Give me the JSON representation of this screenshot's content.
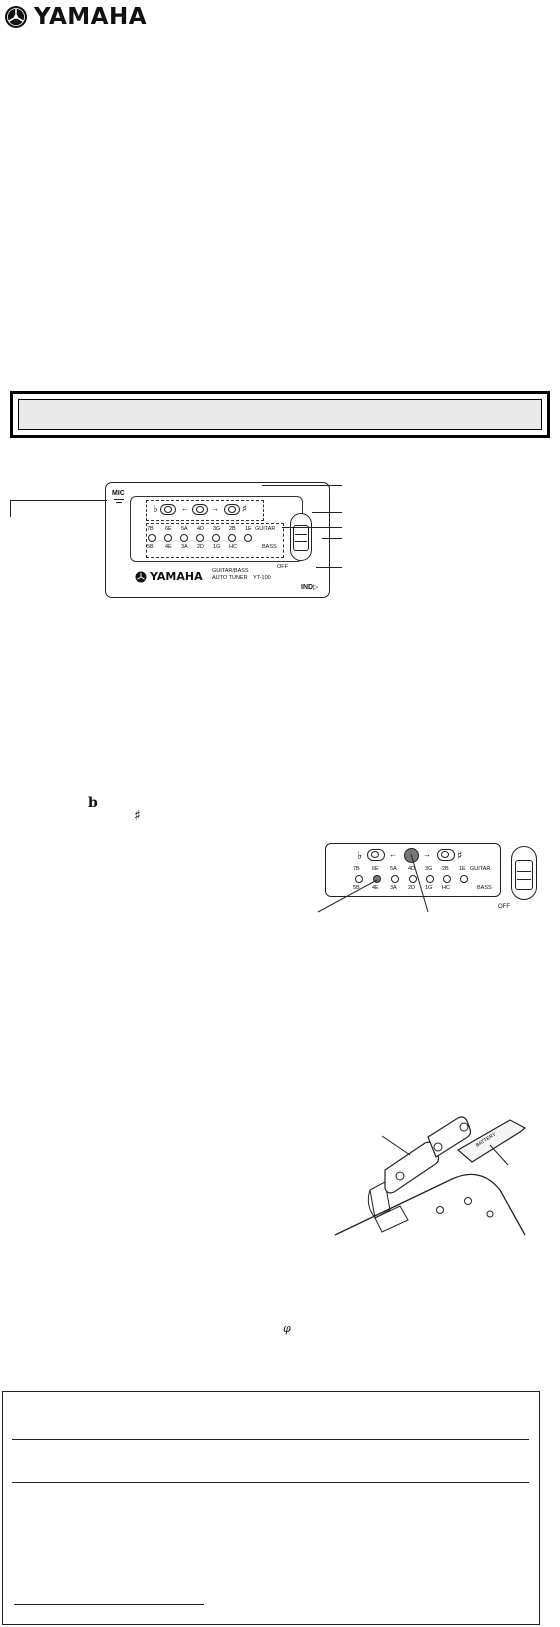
{
  "brand": {
    "logo_text": "YAMAHA",
    "logo_icon": "yamaha-tuning-fork-emblem-icon"
  },
  "tuner_front": {
    "mic_label": "MIC",
    "guitar_strings": [
      "7B",
      "6E",
      "5A",
      "4D",
      "3G",
      "2B",
      "1E"
    ],
    "bass_strings": [
      "5B",
      "4E",
      "3A",
      "2D",
      "1G",
      "HC"
    ],
    "guitar_label": "GUITAR",
    "bass_label": "BASS",
    "off_label": "OFF",
    "ind_label": "IND",
    "brand_text": "YAMAHA",
    "model_line1": "GUITAR/BASS",
    "model_line2": "AUTO TUNER",
    "model_number": "YT-100",
    "flat_symbol": "♭",
    "sharp_symbol": "♯"
  },
  "symbols": {
    "flat": "b",
    "sharp": "♯",
    "diameter": "φ"
  },
  "tuner_example": {
    "guitar_strings": [
      "7B",
      "6E",
      "5A",
      "4D",
      "3G",
      "2B",
      "1E"
    ],
    "bass_strings": [
      "5B",
      "4E",
      "3A",
      "2D",
      "1G",
      "HC"
    ],
    "guitar_label": "GUITAR",
    "bass_label": "BASS",
    "off_label": "OFF",
    "flat_symbol": "♭",
    "sharp_symbol": "♯"
  },
  "battery": {
    "cover_text": "BATTERY"
  }
}
